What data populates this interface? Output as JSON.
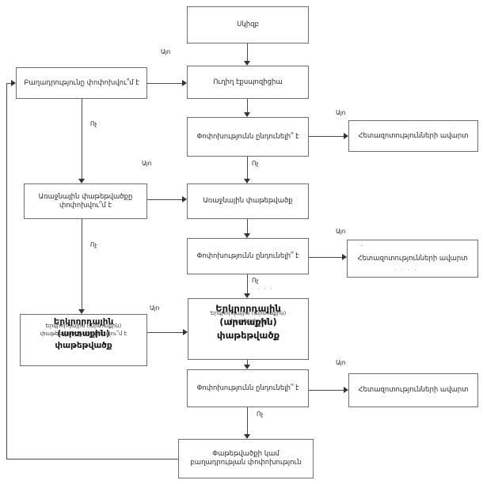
{
  "flowchart": {
    "yes_label": "Այո",
    "no_label": "Ոչ",
    "nodes": {
      "start": "Սկիզբ",
      "direct_exposure": "Ուղիղ էքսպոզիցիա",
      "formulation_changed_q": "Բաղադրությունը փոփոխվու՞մ է",
      "change_acceptable_q": "Փոփոխությունն ընդունելի՞ է",
      "end_of_studies": "Հետազոտությունների ավարտ",
      "primary_pack_changed_q": "Առաջնային փաթեթվածքը փոփոխվու՞մ է",
      "primary_pack": "Առաջնային փաթեթվածք",
      "secondary_pack": "Երկրորդային (արտաքին) փաթեթվածք",
      "secondary_pack_changed_q": "Երկրորդային (արտաքին) փաթեթվածքը փոփոխվու՞մ է",
      "repack_or_reformulate": "Փաթեթվածքի կամ բաղադրության փոփոխություն"
    },
    "artifacts": {
      "above_secondary_pack": "՝ ՝ ՝ ՝",
      "end2_top": "–",
      "end2_bottom": "· · · ·"
    }
  }
}
